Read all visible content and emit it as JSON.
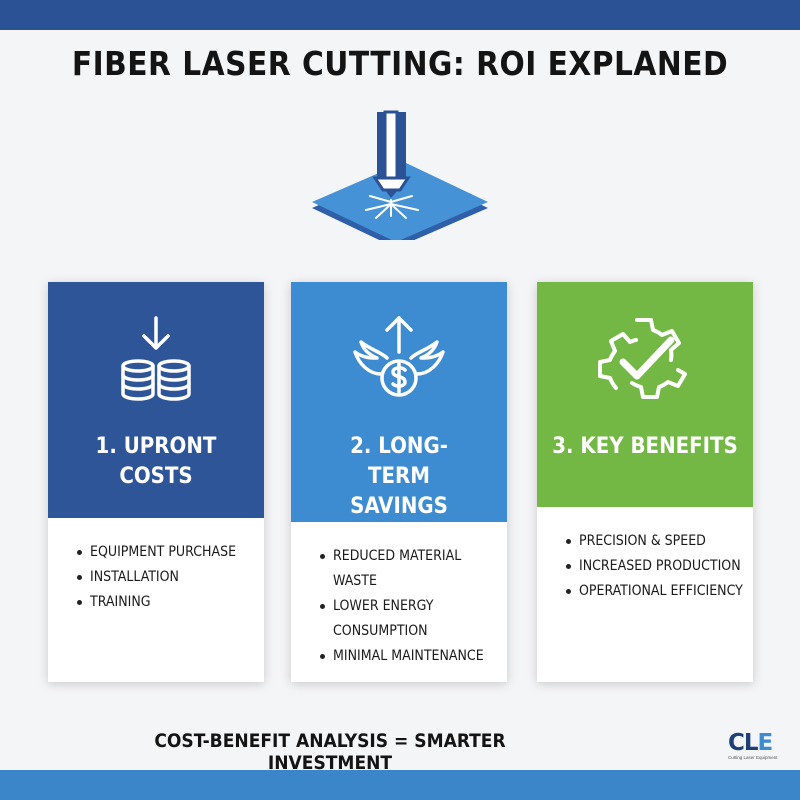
{
  "title": "FIBER LASER CUTTING: ROI EXPLANED",
  "colors": {
    "top_band": "#2c5296",
    "bottom_band": "#3b86c8",
    "card1": "#2e5598",
    "card2": "#3d8bd0",
    "card3": "#73b745"
  },
  "hero_icon": "laser-cutter-icon",
  "cards": [
    {
      "heading": "1. UPRONT COSTS",
      "icon": "download-coins-icon",
      "items": [
        "EQUIPMENT PURCHASE",
        "INSTALLATION",
        "TRAINING"
      ]
    },
    {
      "heading": "2. LONG-TERM SAVINGS",
      "icon": "winged-dollar-icon",
      "items": [
        "REDUCED MATERIAL WASTE",
        "LOWER ENERGY CONSUMPTION",
        "MINIMAL MAINTENANCE"
      ]
    },
    {
      "heading": "3. KEY BENEFITS",
      "icon": "gear-check-icon",
      "items": [
        "PRECISION & SPEED",
        "INCREASED PRODUCTION",
        "OPERATIONAL EFFICIENCY"
      ]
    }
  ],
  "footer": "COST-BENEFIT ANALYSIS = SMARTER INVESTMENT",
  "logo": {
    "mark_a": "CL",
    "mark_b": "E",
    "tagline": "Cutting Laser Equipment"
  }
}
